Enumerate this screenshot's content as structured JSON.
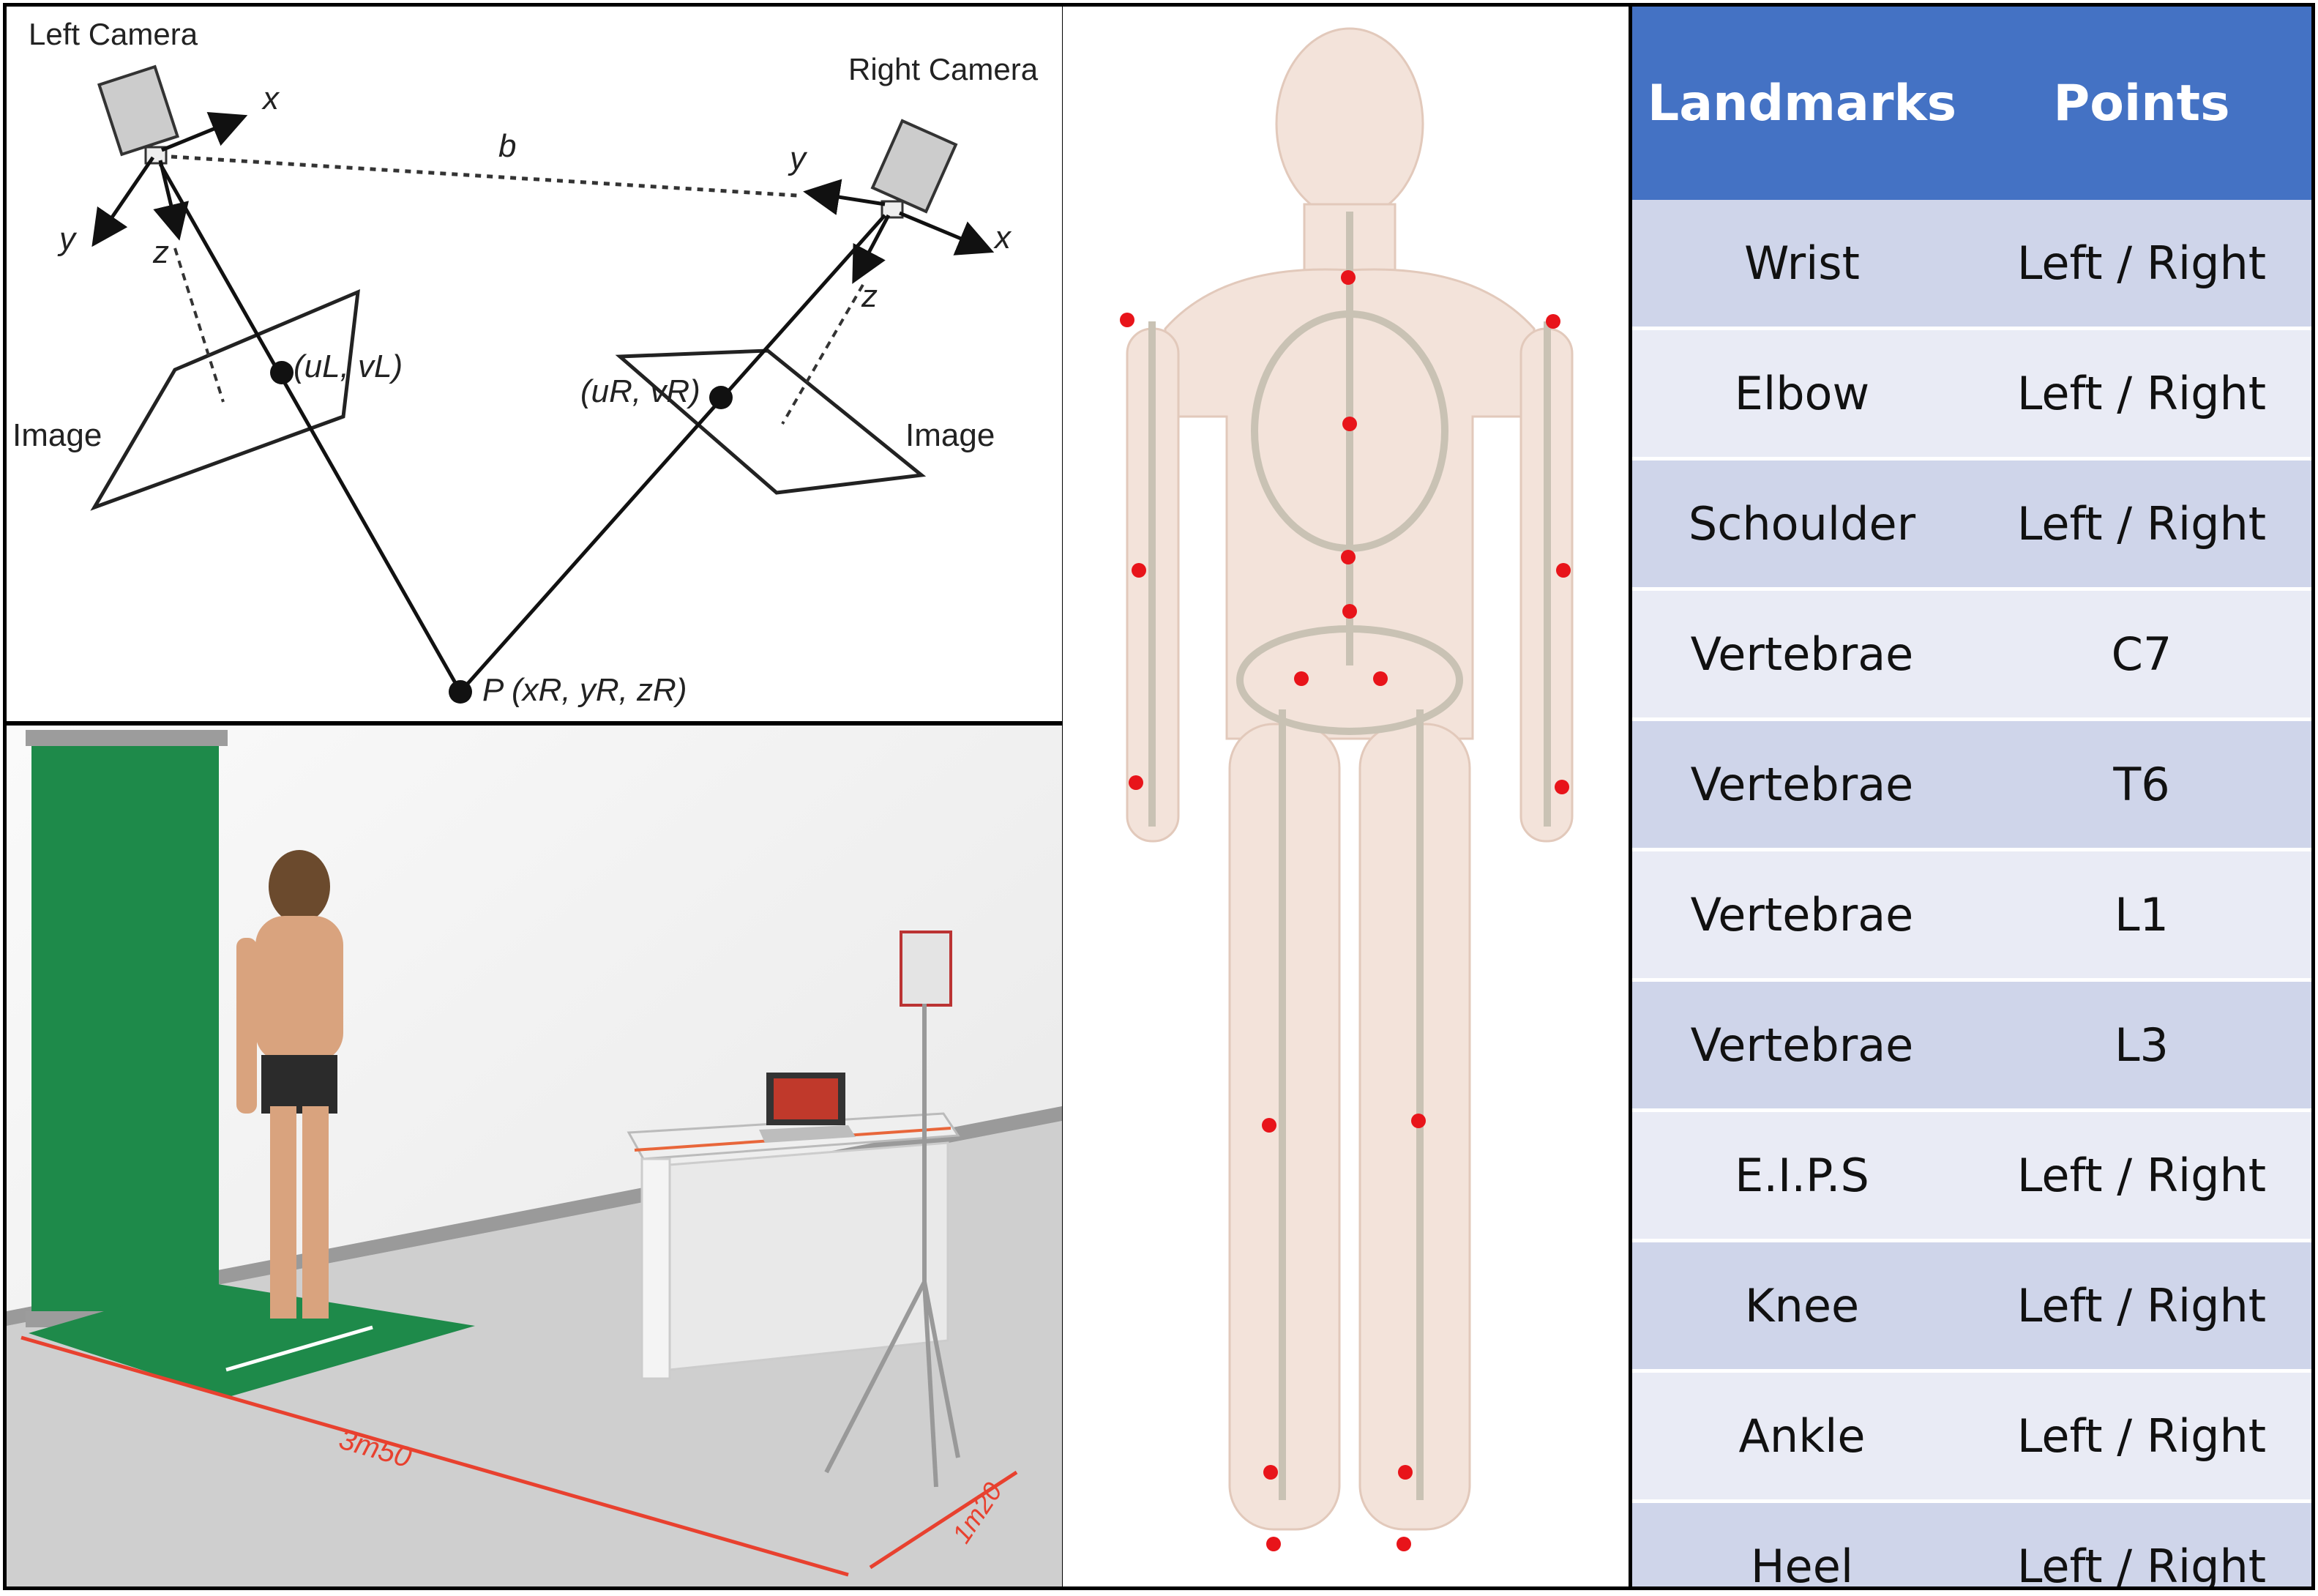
{
  "stereo_diagram": {
    "left_camera_label": "Left Camera",
    "right_camera_label": "Right Camera",
    "baseline_label": "b",
    "left_image_label": "Image",
    "right_image_label": "Image",
    "left_point_label": "(uL, vL)",
    "right_point_label": "(uR, vR)",
    "world_point_label": "P (xR, yR, zR)",
    "axis_x": "x",
    "axis_y": "y",
    "axis_z": "z"
  },
  "setup_illustration": {
    "length_label": "3m50",
    "width_label": "1m20"
  },
  "landmarks_table": {
    "headers": [
      "Landmarks",
      "Points"
    ],
    "rows": [
      [
        "Wrist",
        "Left / Right"
      ],
      [
        "Elbow",
        "Left / Right"
      ],
      [
        "Schoulder",
        "Left / Right"
      ],
      [
        "Vertebrae",
        "C7"
      ],
      [
        "Vertebrae",
        "T6"
      ],
      [
        "Vertebrae",
        "L1"
      ],
      [
        "Vertebrae",
        "L3"
      ],
      [
        "E.I.P.S",
        "Left / Right"
      ],
      [
        "Knee",
        "Left / Right"
      ],
      [
        "Ankle",
        "Left / Right"
      ],
      [
        "Heel",
        "Left / Right"
      ]
    ]
  },
  "colors": {
    "header_bg": "#4472c4",
    "row_odd": "#cfd5ea",
    "row_even": "#e9ebf5",
    "marker_red": "#e8141a",
    "green_screen": "#1e8a4a"
  }
}
